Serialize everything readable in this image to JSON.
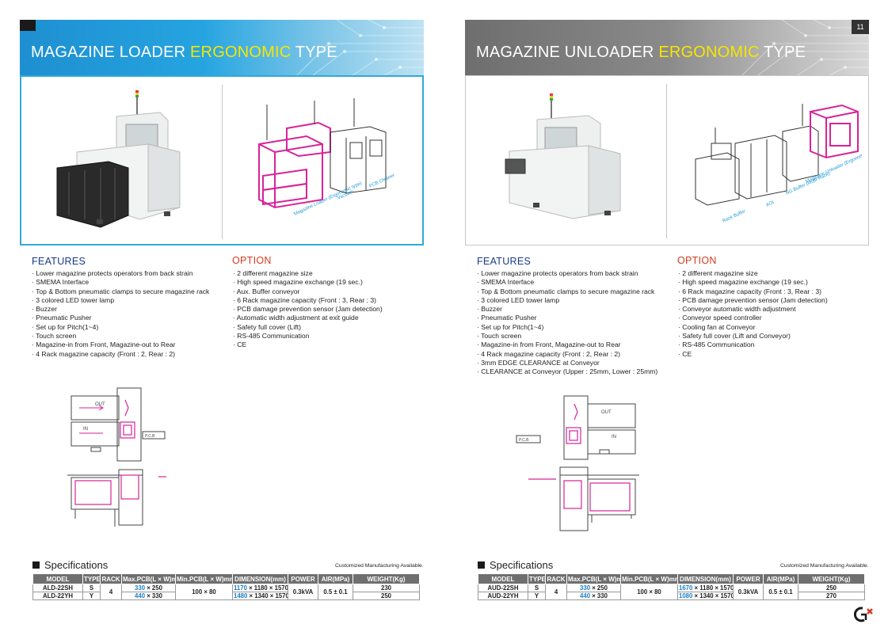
{
  "left": {
    "title_prefix": "MAGAZINE LOADER ",
    "title_highlight": "ERGONOMIC",
    "title_suffix": " TYPE",
    "diagram_labels": [
      "Magazine Loader (Ergonomic type)",
      "Vacuum",
      "PCB Cleaner"
    ],
    "features_title": "FEATURES",
    "features": [
      "Lower magazine protects operators from back strain",
      "SMEMA Interface",
      "Top & Bottom pneumatic clamps to secure magazine rack",
      "3 colored LED tower lamp",
      "Buzzer",
      "Pneumatic Pusher",
      "Set up for Pitch(1~4)",
      "Touch screen",
      "Magazine-in from Front, Magazine-out to Rear",
      "4 Rack magazine capacity (Front : 2, Rear : 2)"
    ],
    "option_title": "OPTION",
    "options": [
      "2 different magazine size",
      "High speed magazine exchange (19 sec.)",
      "Aux. Buffer conveyor",
      "6 Rack magazine capacity (Front : 3, Rear : 3)",
      "PCB damage prevention sensor (Jam detection)",
      "Automatic width adjustment at exit guide",
      "Safety full cover (Lift)",
      "RS-485 Communication",
      "CE"
    ],
    "drawing_labels": {
      "out": "OUT",
      "in": "IN",
      "pcb": "P.C.B"
    },
    "spec_title": "Specifications",
    "custom_note": "Customized Manufacturing Available.",
    "headers": [
      "MODEL",
      "TYPE",
      "RACK",
      "Max.PCB(L × W)mm",
      "Min.PCB(L × W)mm",
      "DIMENSION(mm)",
      "POWER",
      "AIR(MPa)",
      "WEIGHT(Kg)"
    ],
    "rack": "4",
    "min_pcb": "100 × 80",
    "power": "0.3kVA",
    "air": "0.5 ± 0.1",
    "rows": [
      {
        "model": "ALD-22SH",
        "type": "S",
        "max_pcb_l": "330",
        "max_pcb_w": " × 250",
        "dim_l": "1170",
        "dim_rest": " × 1180 × 1570",
        "weight": "230"
      },
      {
        "model": "ALD-22YH",
        "type": "Y",
        "max_pcb_l": "440",
        "max_pcb_w": " × 330",
        "dim_l": "1480",
        "dim_rest": " × 1340 × 1570",
        "weight": "250"
      }
    ]
  },
  "right": {
    "page_number": "11",
    "title_prefix": "MAGAZINE UNLOADER ",
    "title_highlight": "ERGONOMIC",
    "title_suffix": " TYPE",
    "diagram_labels": [
      "Rack Buffer",
      "AOI",
      "NG Buffer (Multi-Rack)",
      "Magazine Unloader (Ergonomic type)"
    ],
    "features_title": "FEATURES",
    "features": [
      "Lower magazine protects operators from back strain",
      "SMEMA Interface",
      "Top & Bottom pneumatic clamps to secure magazine rack",
      "3 colored LED tower lamp",
      "Buzzer",
      "Pneumatic Pusher",
      "Set up for Pitch(1~4)",
      "Touch screen",
      "Magazine-in from Front, Magazine-out to Rear",
      "4 Rack magazine capacity (Front : 2, Rear : 2)",
      "3mm EDGE CLEARANCE at Conveyor",
      "CLEARANCE at Conveyor (Upper : 25mm, Lower : 25mm)"
    ],
    "option_title": "OPTION",
    "options": [
      "2 different magazine size",
      "High speed magazine exchange (19 sec.)",
      "6 Rack magazine capacity (Front : 3, Rear : 3)",
      "PCB damage prevention sensor (Jam detection)",
      "Conveyor automatic width adjustment",
      "Conveyor speed controller",
      "Cooling fan at Conveyor",
      "Safety full cover (Lift and Conveyor)",
      "RS-485 Communication",
      "CE"
    ],
    "drawing_labels": {
      "out": "OUT",
      "in": "IN",
      "pcb": "P.C.B"
    },
    "spec_title": "Specifications",
    "custom_note": "Customized Manufacturing Available.",
    "headers": [
      "MODEL",
      "TYPE",
      "RACK",
      "Max.PCB(L × W)mm",
      "Min.PCB(L × W)mm",
      "DIMENSION(mm)",
      "POWER",
      "AIR(MPa)",
      "WEIGHT(Kg)"
    ],
    "rack": "4",
    "min_pcb": "100 × 80",
    "power": "0.3kVA",
    "air": "0.5 ± 0.1",
    "rows": [
      {
        "model": "AUD-22SH",
        "type": "S",
        "max_pcb_l": "330",
        "max_pcb_w": " × 250",
        "dim_l": "1670",
        "dim_rest": " × 1180 × 1570",
        "weight": "250"
      },
      {
        "model": "AUD-22YH",
        "type": "Y",
        "max_pcb_l": "440",
        "max_pcb_w": " × 330",
        "dim_l": "1080",
        "dim_rest": " × 1340 × 1570",
        "weight": "270"
      }
    ]
  },
  "colors": {
    "banner_blue": "#25a4e0",
    "banner_gray": "#8a8a8a",
    "highlight": "#f7e600",
    "features_title": "#1a3b8a",
    "option_title": "#d73a1f",
    "diagram_magenta": "#d6239a",
    "value_blue": "#1a7fc4"
  },
  "logo_icon": "gks-logo-icon"
}
